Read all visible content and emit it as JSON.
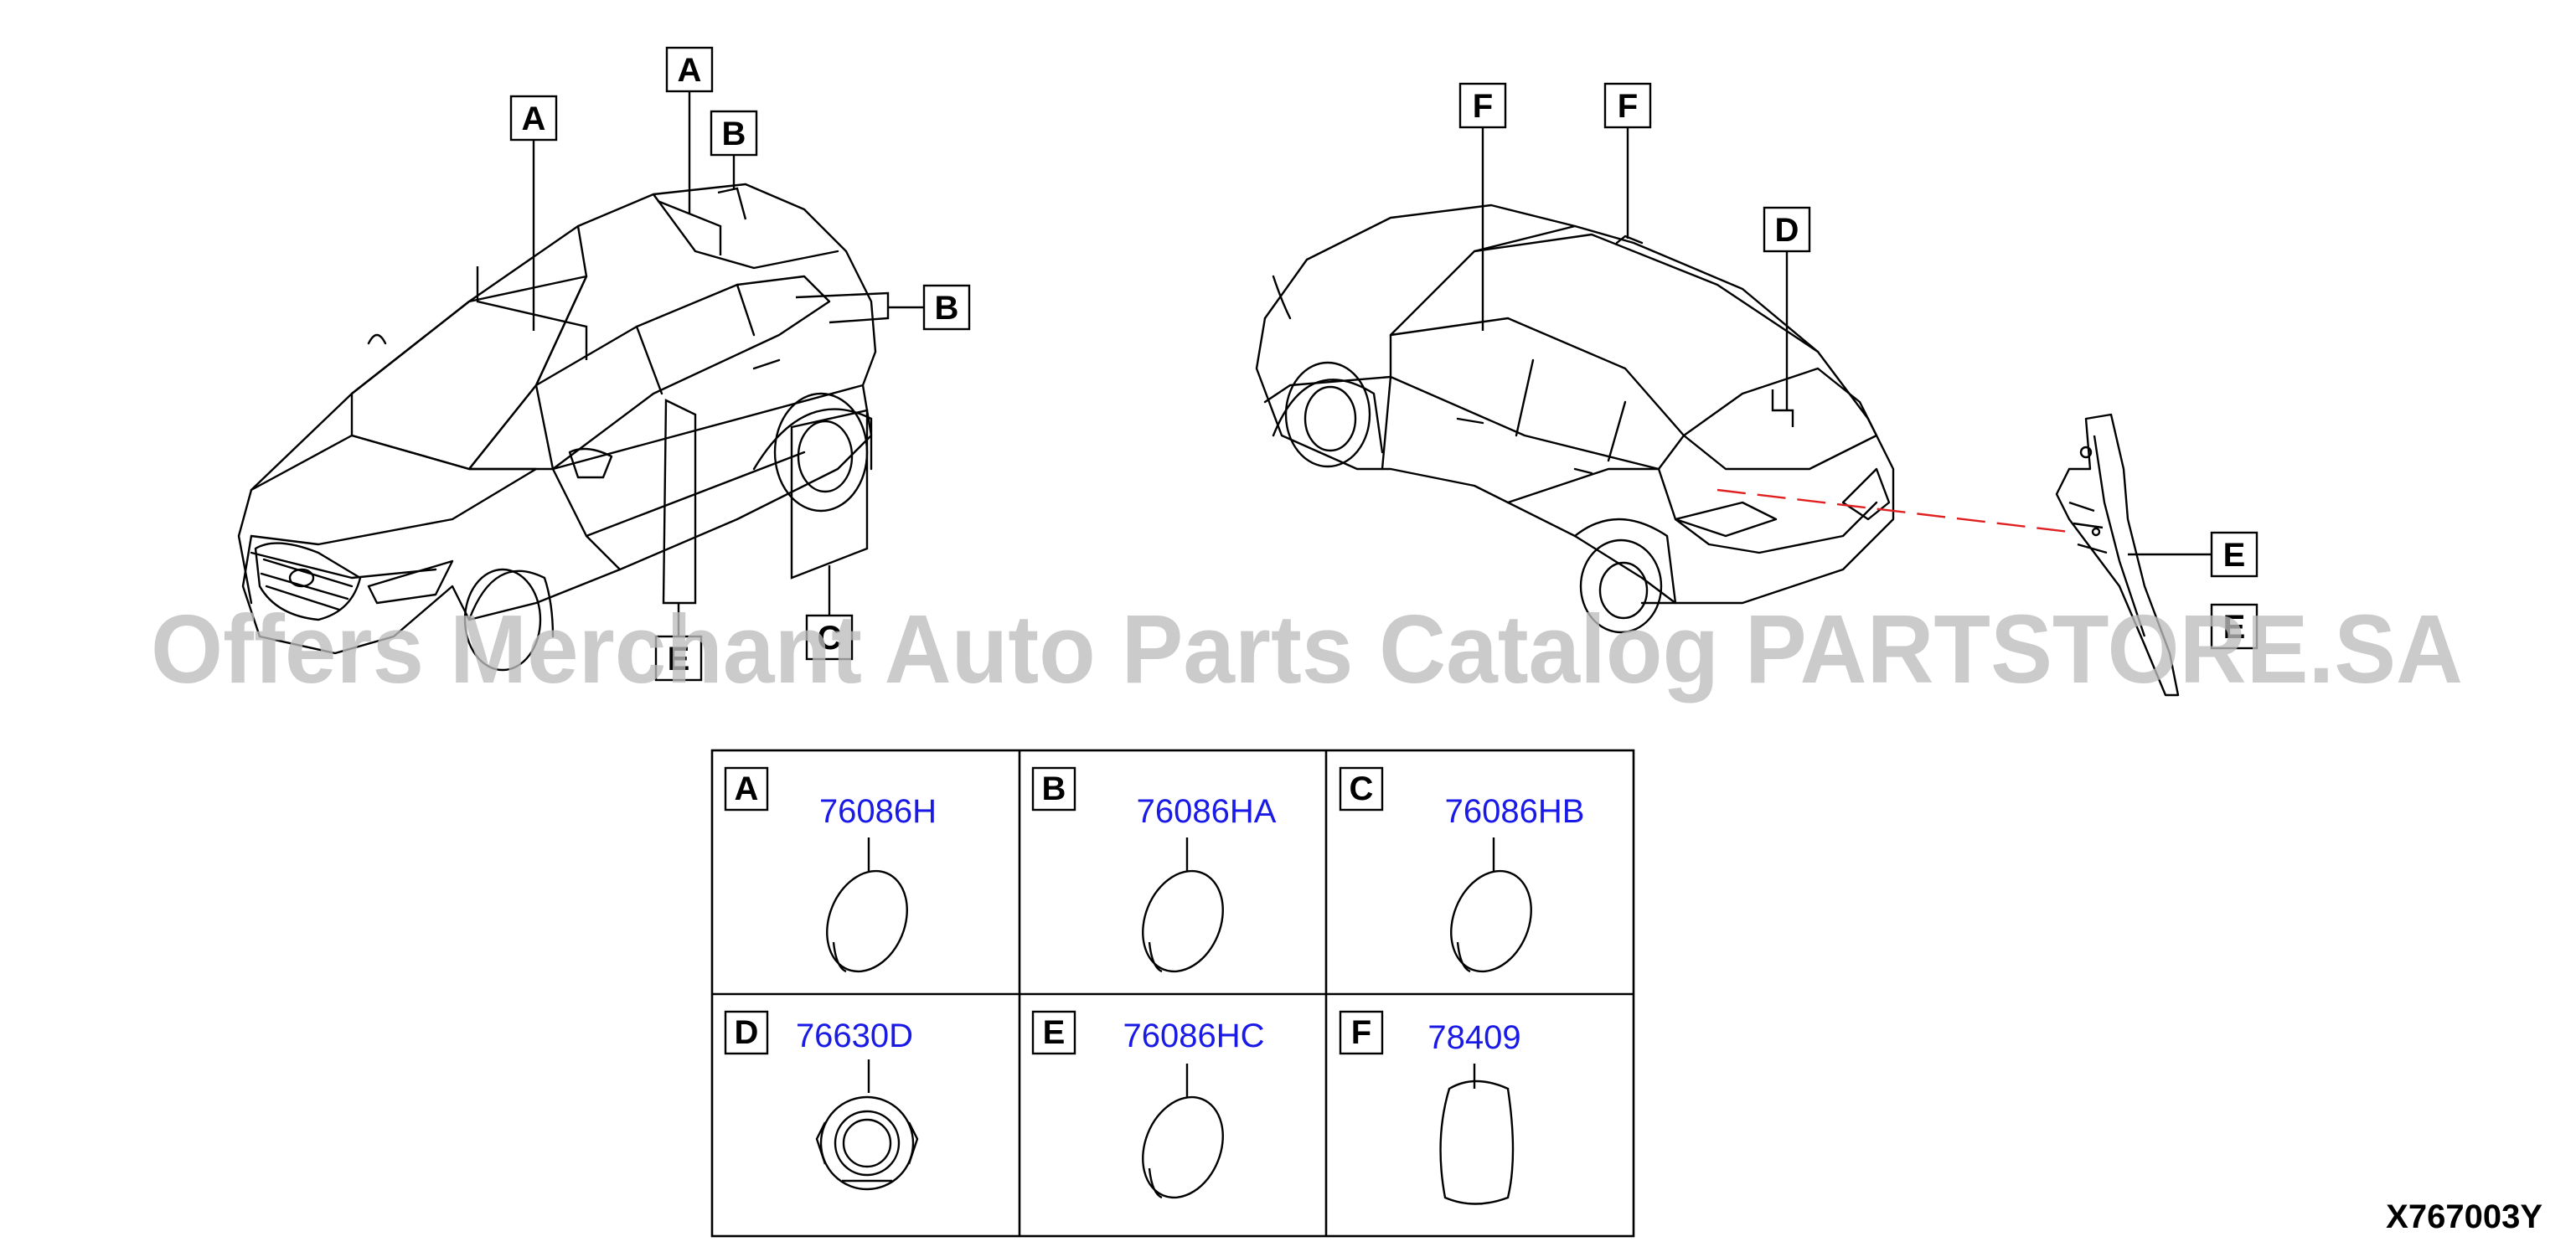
{
  "callouts": {
    "left": [
      "A",
      "A",
      "B",
      "B",
      "E",
      "C"
    ],
    "right": [
      "F",
      "F",
      "D",
      "E",
      "E"
    ]
  },
  "table": {
    "cells": [
      {
        "letter": "A",
        "part_number": "76086H",
        "shape": "round-plug"
      },
      {
        "letter": "B",
        "part_number": "76086HA",
        "shape": "round-plug"
      },
      {
        "letter": "C",
        "part_number": "76086HB",
        "shape": "round-plug"
      },
      {
        "letter": "D",
        "part_number": "76630D",
        "shape": "grommet"
      },
      {
        "letter": "E",
        "part_number": "76086HC",
        "shape": "round-plug"
      },
      {
        "letter": "F",
        "part_number": "78409",
        "shape": "oval-pad"
      }
    ]
  },
  "watermark": "Offers Merchant Auto Parts Catalog PARTSTORE.SA",
  "diagram_id": "X767003Y",
  "colors": {
    "line": "#000000",
    "part_number": "#1a1ae6",
    "guide_dash": "#e02020",
    "watermark": "#bdbdbd"
  }
}
